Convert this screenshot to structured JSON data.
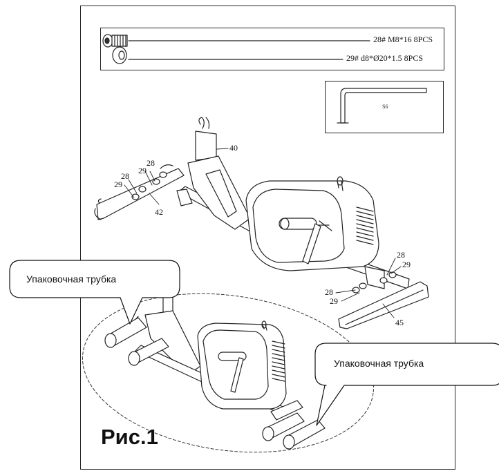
{
  "hardware": {
    "bolt": {
      "icon": "hex-socket-bolt-icon",
      "spec": "28#  M8*16 8PCS"
    },
    "washer": {
      "icon": "flat-washer-icon",
      "spec": "29# d8*Ø20*1.5 8PCS"
    }
  },
  "tool": {
    "icon": "allen-key-icon",
    "label": "S6"
  },
  "part_labels": {
    "p40": "40",
    "p28_a": "28",
    "p29_a": "29",
    "p28_b": "28",
    "p29_b": "29",
    "p42": "42",
    "p28_c": "28",
    "p29_c": "29",
    "p28_d": "28",
    "p29_d": "29",
    "p45": "45"
  },
  "callouts": {
    "left": "Упаковочная трубка",
    "right": "Упаковочная трубка"
  },
  "figure_title": "Рис.1"
}
